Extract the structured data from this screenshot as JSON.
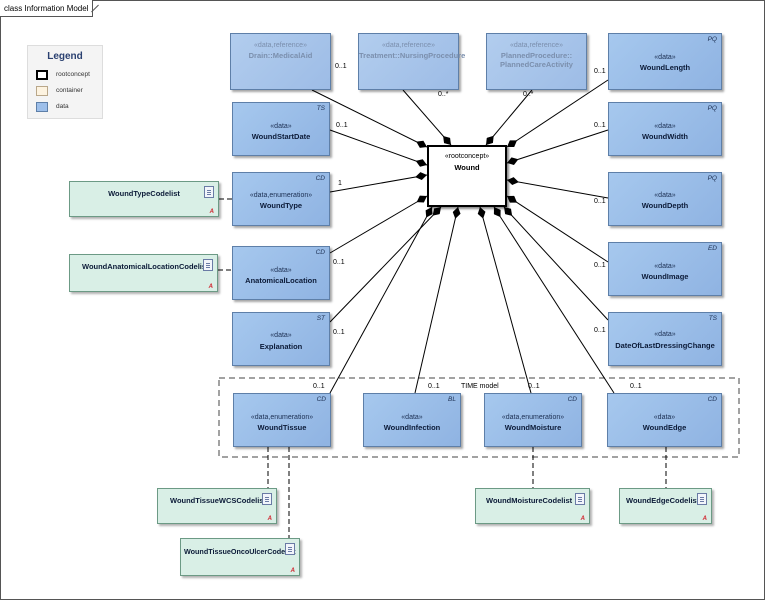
{
  "diagram_title": "class Information Model",
  "legend": {
    "title": "Legend",
    "items": [
      {
        "label": "rootconcept"
      },
      {
        "label": "container"
      },
      {
        "label": "data"
      }
    ]
  },
  "root": {
    "stereotype": "«rootconcept»",
    "name": "Wound"
  },
  "time_model_label": "TIME model",
  "boxes": {
    "drain": {
      "stereotype": "«data,reference»",
      "name": "Drain::MedicalAid",
      "type": ""
    },
    "treatment": {
      "stereotype": "«data,reference»",
      "name": "Treatment::NursingProcedure",
      "type": ""
    },
    "planned": {
      "stereotype": "«data,reference»",
      "name": "PlannedProcedure::",
      "name2": "PlannedCareActivity",
      "type": ""
    },
    "length": {
      "stereotype": "«data»",
      "name": "WoundLength",
      "type": "PQ"
    },
    "startdate": {
      "stereotype": "«data»",
      "name": "WoundStartDate",
      "type": "TS"
    },
    "width": {
      "stereotype": "«data»",
      "name": "WoundWidth",
      "type": "PQ"
    },
    "woundtype": {
      "stereotype": "«data,enumeration»",
      "name": "WoundType",
      "type": "CD"
    },
    "depth": {
      "stereotype": "«data»",
      "name": "WoundDepth",
      "type": "PQ"
    },
    "anatomical": {
      "stereotype": "«data»",
      "name": "AnatomicalLocation",
      "type": "CD"
    },
    "image": {
      "stereotype": "«data»",
      "name": "WoundImage",
      "type": "ED"
    },
    "explanation": {
      "stereotype": "«data»",
      "name": "Explanation",
      "type": "ST"
    },
    "dressing": {
      "stereotype": "«data»",
      "name": "DateOfLastDressingChange",
      "type": "TS"
    },
    "tissue": {
      "stereotype": "«data,enumeration»",
      "name": "WoundTissue",
      "type": "CD"
    },
    "infection": {
      "stereotype": "«data»",
      "name": "WoundInfection",
      "type": "BL"
    },
    "moisture": {
      "stereotype": "«data,enumeration»",
      "name": "WoundMoisture",
      "type": "CD"
    },
    "edge": {
      "stereotype": "«data»",
      "name": "WoundEdge",
      "type": "CD"
    }
  },
  "codelists": {
    "woundtype": "WoundTypeCodelist",
    "anatomical": "WoundAnatomicalLocationCodelist",
    "tissuewcs": "WoundTissueWCSCodelist",
    "tissueonco": "WoundTissueOncoUlcerCodelist",
    "moisture": "WoundMoistureCodelist",
    "edge": "WoundEdgeCodelist"
  },
  "codelist_marker": "A",
  "multiplicities": {
    "drain": "0..1",
    "treatment": "0..*",
    "planned": "0..*",
    "length": "0..1",
    "startdate": "0..1",
    "width": "0..1",
    "woundtype": "1",
    "depth": "0..1",
    "anatomical": "0..1",
    "image": "0..1",
    "explanation": "0..1",
    "dressing": "0..1",
    "tissue": "0..1",
    "infection": "0..1",
    "moisture": "0..1",
    "edge": "0..1"
  },
  "colors": {
    "data_fill": "#9dbfea",
    "codelist_fill": "#d9efe6",
    "container_fill": "#fdf3e0",
    "rootconcept_border": "#000000"
  }
}
